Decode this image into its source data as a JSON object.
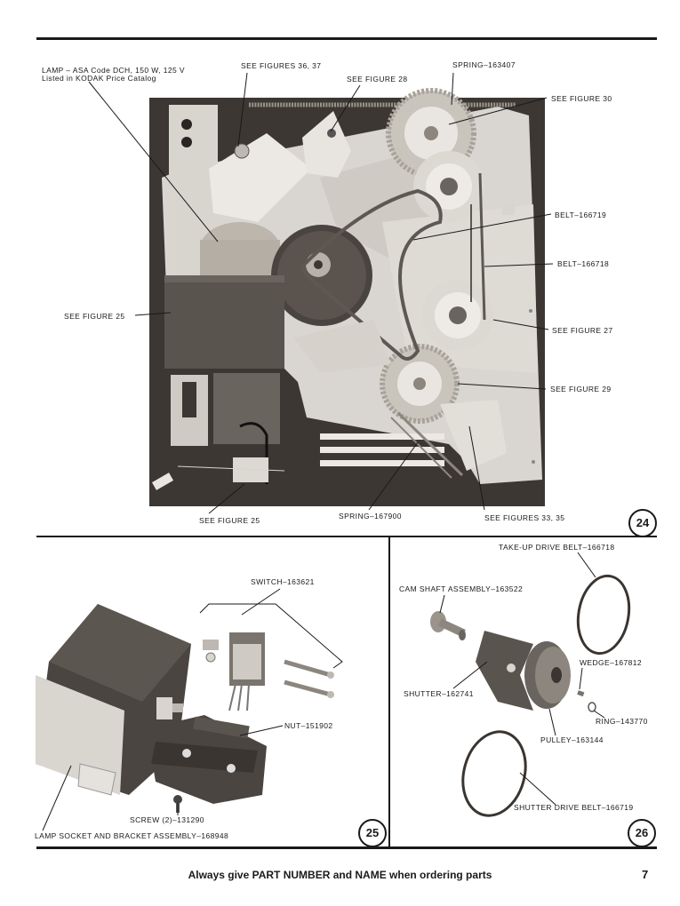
{
  "figure24": {
    "number": "24",
    "labels": {
      "lamp_line1": "LAMP – ASA Code DCH, 150 W, 125 V",
      "lamp_line2": "Listed in KODAK Price Catalog",
      "see_fig_36_37": "SEE FIGURES 36, 37",
      "see_fig_28": "SEE FIGURE 28",
      "spring_163407": "SPRING–163407",
      "see_fig_30": "SEE FIGURE 30",
      "belt_166719": "BELT–166719",
      "belt_166718": "BELT–166718",
      "see_fig_25_left": "SEE FIGURE 25",
      "see_fig_27": "SEE FIGURE 27",
      "see_fig_29": "SEE FIGURE 29",
      "see_fig_25_bottom": "SEE FIGURE 25",
      "spring_167900": "SPRING–167900",
      "see_fig_33_35": "SEE FIGURES 33, 35"
    }
  },
  "figure25": {
    "number": "25",
    "labels": {
      "switch": "SWITCH–163621",
      "nut": "NUT–151902",
      "screw": "SCREW (2)–131290",
      "lamp_socket": "LAMP SOCKET AND BRACKET ASSEMBLY–168948"
    }
  },
  "figure26": {
    "number": "26",
    "labels": {
      "takeup_belt": "TAKE-UP DRIVE BELT–166718",
      "cam_shaft": "CAM SHAFT ASSEMBLY–163522",
      "wedge": "WEDGE–167812",
      "shutter": "SHUTTER–162741",
      "ring": "RING–143770",
      "pulley": "PULLEY–163144",
      "shutter_belt": "SHUTTER DRIVE BELT–166719"
    }
  },
  "footer": {
    "note": "Always give PART NUMBER and NAME when ordering parts",
    "page_number": "7"
  },
  "colors": {
    "ink": "#1a1a1a",
    "chassis": "#3d3733",
    "part_light": "#e9e7e2",
    "part_mid": "#b9b4ad"
  }
}
